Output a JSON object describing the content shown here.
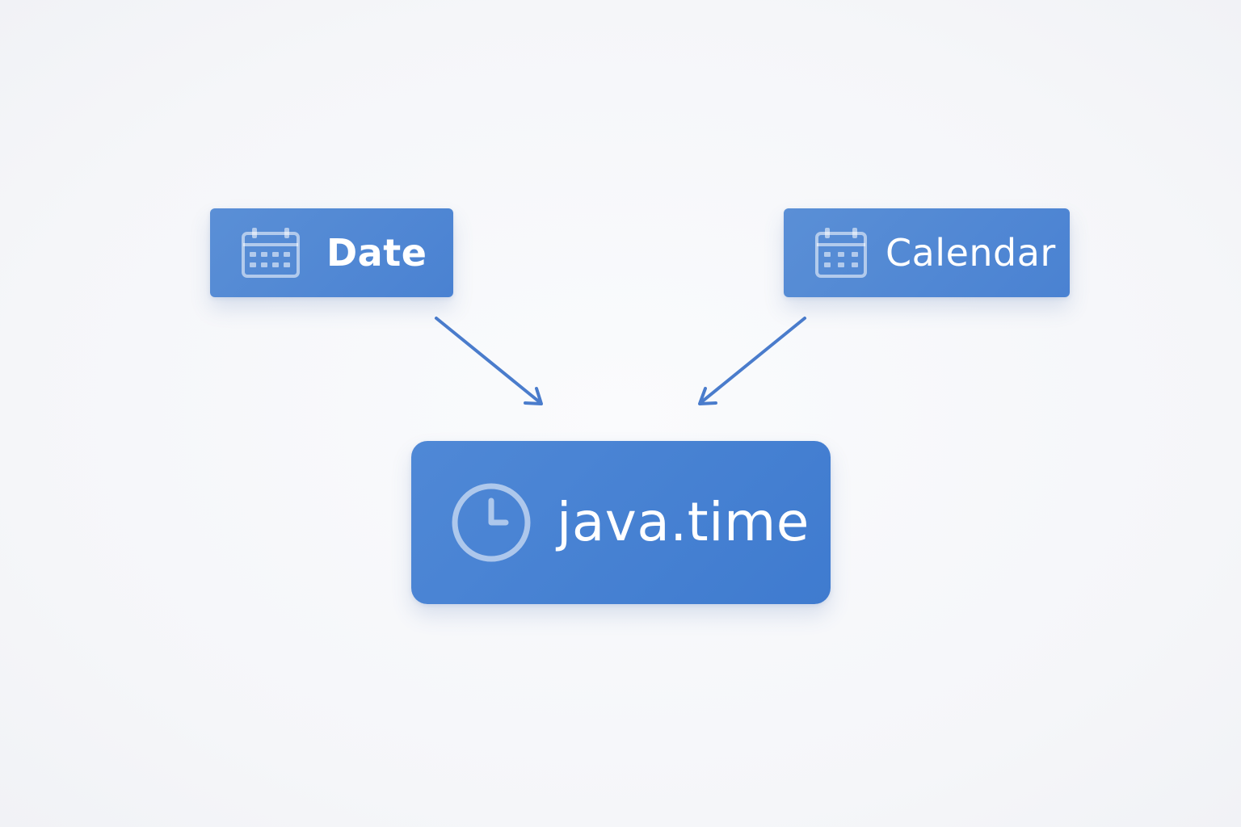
{
  "diagram": {
    "nodes": {
      "date": {
        "label": "Date",
        "icon": "calendar-icon"
      },
      "calendar": {
        "label": "Calendar",
        "icon": "calendar-icon"
      },
      "java_time": {
        "label": "java.time",
        "icon": "clock-icon"
      }
    },
    "edges": [
      {
        "from": "Date",
        "to": "java.time"
      },
      {
        "from": "Calendar",
        "to": "java.time"
      }
    ],
    "colors": {
      "node_fill": "#4a82d2",
      "arrow": "#4a7ccc",
      "background": "#f6f7fa",
      "text": "#ffffff"
    }
  }
}
